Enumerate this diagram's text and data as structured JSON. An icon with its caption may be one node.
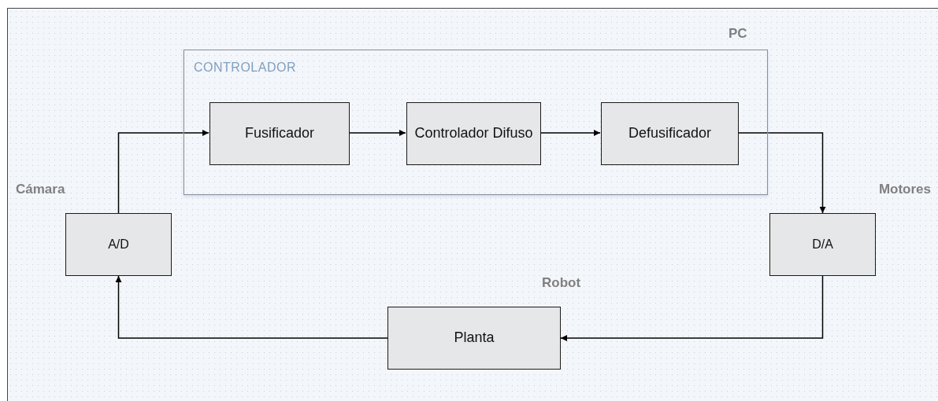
{
  "diagram": {
    "nodes": [
      {
        "text": [
          "CONTROLADOR"
        ],
        "beside": [
          "PC"
        ]
      },
      {
        "text": [
          "Fusificador"
        ],
        "in": 0
      },
      {
        "text": [
          "Controlador Difuso"
        ],
        "in": 0
      },
      {
        "text": [
          "Defusificador"
        ],
        "in": 0
      },
      {
        "text": [
          "A/D"
        ],
        "beside": [
          "Cámara"
        ]
      },
      {
        "text": [
          "D/A"
        ],
        "beside": [
          "Motores"
        ]
      },
      {
        "text": [
          "Planta"
        ],
        "beside": [
          "Robot"
        ]
      }
    ],
    "edges": [
      {
        "from": 4,
        "to": 1,
        "arrow": "to"
      },
      {
        "from": 1,
        "to": 2,
        "arrow": "to"
      },
      {
        "from": 2,
        "to": 3,
        "arrow": "to"
      },
      {
        "from": 3,
        "to": 5,
        "arrow": "to"
      },
      {
        "from": 5,
        "to": 6,
        "arrow": "to"
      },
      {
        "from": 6,
        "to": 4,
        "arrow": "to"
      }
    ]
  }
}
